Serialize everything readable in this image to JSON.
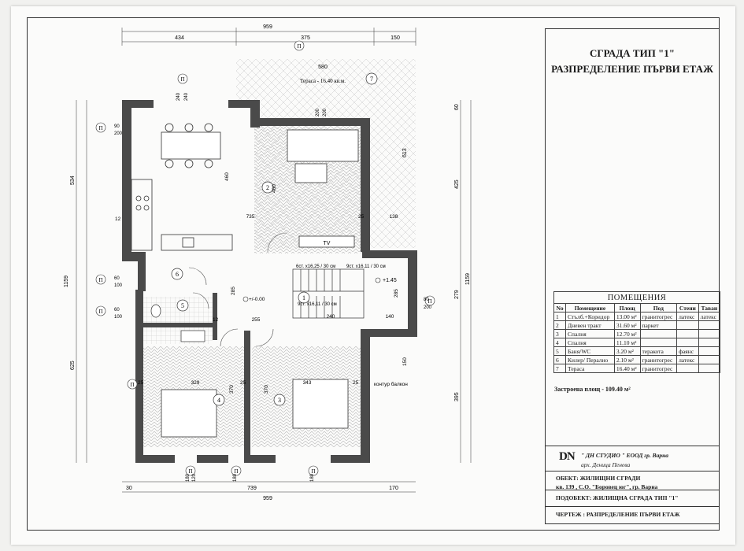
{
  "title_block": {
    "line1": "СГРАДА ТИП \"1\"",
    "line2": "РАЗПРЕДЕЛЕНИЕ ПЪРВИ ЕТАЖ"
  },
  "rooms_table": {
    "caption": "ПОМЕЩЕНИЯ",
    "headers": [
      "No",
      "Помещение",
      "Площ",
      "Под",
      "Стени",
      "Таван"
    ],
    "rows": [
      [
        "1",
        "Стълб.+Коридор",
        "13.00 м²",
        "гранитогрес",
        "латекс",
        "латекс"
      ],
      [
        "2",
        "Дневен тракт",
        "31.60 м²",
        "паркет",
        "",
        ""
      ],
      [
        "3",
        "Спалня",
        "12.70 м²",
        "",
        "",
        ""
      ],
      [
        "4",
        "Спалня",
        "11.10 м²",
        "",
        "",
        ""
      ],
      [
        "5",
        "Баня/WC",
        "3.20 м²",
        "теракота",
        "фаянс",
        ""
      ],
      [
        "6",
        "Килер/ Перално",
        "2.10 м²",
        "гранитогрес",
        "латекс",
        ""
      ],
      [
        "7",
        "Тераса",
        "16.40 м²",
        "гранитогрес",
        "",
        ""
      ]
    ],
    "total": "Застроена площ - 109.40 м²"
  },
  "stamp": {
    "logo": "DN",
    "company": "\" ДН СТУДИО \" ЕООД гр. Варна",
    "architect": "арх. Деница Пенева",
    "object_line1": "ОБЕКТ: ЖИЛИЩНИ СГРАДИ",
    "object_line2": "кв. 139 , С.О. \"Боровец юг\", гр. Варна",
    "subobject": "ПОДОБЕКТ: ЖИЛИЩНА СГРАДА ТИП \"1\"",
    "drawing": "ЧЕРТЕЖ : РАЗПРЕДЕЛЕНИЕ ПЪРВИ ЕТАЖ"
  },
  "plan": {
    "dims_top": [
      "434",
      "375",
      "150"
    ],
    "dim_top_total": "959",
    "dims_bottom": [
      "30",
      "739",
      "170"
    ],
    "dim_bottom_total": "959",
    "dims_left": [
      "534",
      "625"
    ],
    "dim_left_total": "1159",
    "dims_right": [
      "60",
      "425",
      "279",
      "395"
    ],
    "dim_right_total": "1159",
    "terrace_label": "Тераса - 16.40 кв.м.",
    "terrace_dim": "580",
    "terrace_side_dim": "613",
    "room_numbers": [
      "1",
      "2",
      "3",
      "4",
      "5",
      "6",
      "7"
    ],
    "inner_dims": [
      "735",
      "460",
      "460",
      "25",
      "138",
      "255",
      "240",
      "140",
      "329",
      "343",
      "370",
      "370",
      "285",
      "285",
      "12",
      "12",
      "25",
      "25",
      "25"
    ],
    "stairs_label_1": "6ст. х16,25 / 30 см",
    "stairs_label_2": "9ст. х16,11 / 30 см",
    "stairs_label_3": "9ст. х16,11 / 30 см",
    "level_a": "+1.45",
    "level_b": "+/-0.00",
    "tv_label": "TV",
    "balcony_label": "контур балкон",
    "balcony_dim": "150",
    "window_marks": [
      "П",
      "90",
      "200",
      "60",
      "100",
      "60",
      "100",
      "80",
      "200",
      "240",
      "240",
      "180",
      "180",
      "180",
      "120",
      "200",
      "200"
    ]
  }
}
